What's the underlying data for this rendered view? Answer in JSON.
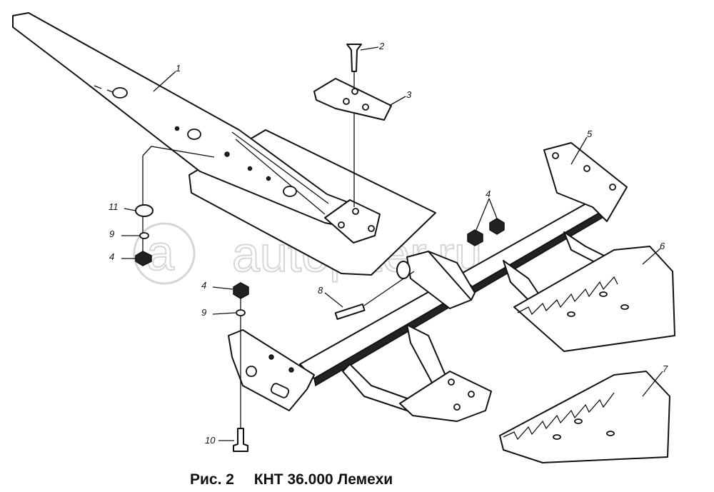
{
  "caption": {
    "fig": "Рис. 2",
    "title": "КНТ 36.000 Лемехи"
  },
  "watermark": "autopiter.ru",
  "callouts": {
    "c1": "1",
    "c2": "2",
    "c3": "3",
    "c4a": "4",
    "c5": "5",
    "c6": "6",
    "c7": "7",
    "c8": "8",
    "c9a": "9",
    "c4b": "4",
    "c11": "11",
    "c4c": "4",
    "c9b": "9",
    "c10": "10"
  }
}
